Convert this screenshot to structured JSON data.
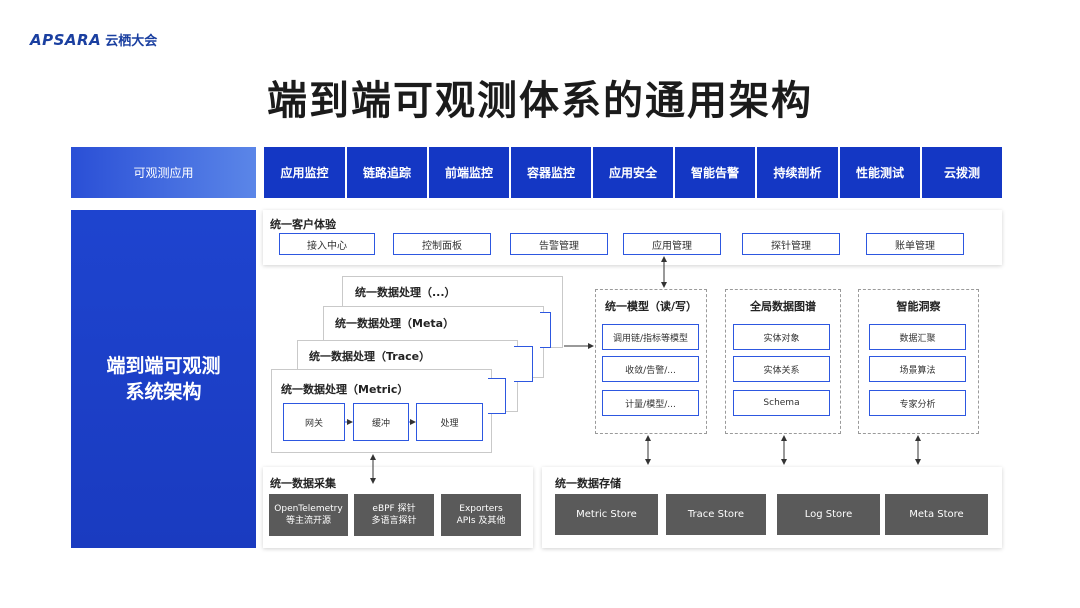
{
  "brand": {
    "logo_en": "APSARA",
    "logo_cn": "云栖大会"
  },
  "title": "端到端可观测体系的通用架构",
  "app_label": "可观测应用",
  "app_tabs": [
    "应用监控",
    "链路追踪",
    "前端监控",
    "容器监控",
    "应用安全",
    "智能告警",
    "持续剖析",
    "性能测试",
    "云拨测"
  ],
  "side_label": "端到端可观测\n系统架构",
  "experience": {
    "title": "统一客户体验",
    "items": [
      "接入中心",
      "控制面板",
      "告警管理",
      "应用管理",
      "探针管理",
      "账单管理"
    ]
  },
  "processing": {
    "layers": [
      "统一数据处理（...）",
      "统一数据处理（Meta）",
      "统一数据处理（Trace）",
      "统一数据处理（Metric）"
    ],
    "pipeline": [
      "网关",
      "缓冲",
      "处理"
    ]
  },
  "model": {
    "title": "统一模型（读/写）",
    "items": [
      "调用链/指标等模型",
      "收敛/告警/...",
      "计量/模型/..."
    ]
  },
  "graph": {
    "title": "全局数据图谱",
    "items": [
      "实体对象",
      "实体关系",
      "Schema"
    ]
  },
  "insight": {
    "title": "智能洞察",
    "items": [
      "数据汇聚",
      "场景算法",
      "专家分析"
    ]
  },
  "collection": {
    "title": "统一数据采集",
    "items": [
      {
        "line1": "OpenTelemetry",
        "line2": "等主流开源"
      },
      {
        "line1": "eBPF 探针",
        "line2": "多语言探针"
      },
      {
        "line1": "Exporters",
        "line2": "APIs 及其他"
      }
    ]
  },
  "storage": {
    "title": "统一数据存储",
    "items": [
      "Metric Store",
      "Trace Store",
      "Log Store",
      "Meta Store"
    ]
  },
  "colors": {
    "primary": "#1437c4",
    "accent_border": "#2d57e0",
    "store_gray": "#5a5a5a"
  }
}
